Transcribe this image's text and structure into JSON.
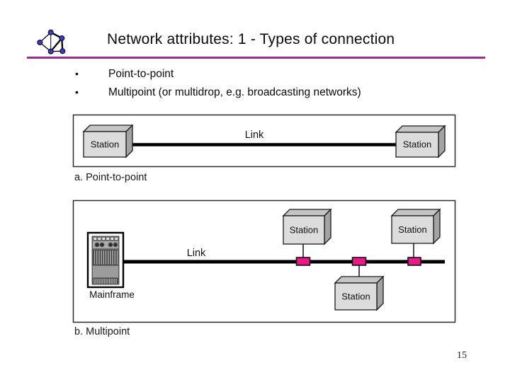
{
  "slide": {
    "title": "Network attributes: 1 - Types of connection",
    "page_number": "15"
  },
  "logo": {
    "name": "network-graph-logo"
  },
  "bullets": [
    {
      "marker": "•",
      "text": "Point-to-point"
    },
    {
      "marker": "•",
      "text": "Multipoint (or multidrop, e.g. broadcasting networks)"
    }
  ],
  "figure_a": {
    "caption": "a. Point-to-point",
    "link_label": "Link",
    "station_left_label": "Station",
    "station_right_label": "Station"
  },
  "figure_b": {
    "caption": "b. Multipoint",
    "link_label": "Link",
    "mainframe_label": "Mainframe",
    "station_top_left_label": "Station",
    "station_top_right_label": "Station",
    "station_bottom_label": "Station"
  },
  "colors": {
    "divider_rule": "#9C2D90",
    "tap_connector": "#EA1889",
    "logo_node": "#3F3BC7",
    "box_front": "#DCDCDC",
    "box_top": "#C5C5C5",
    "box_side": "#A3A3A3"
  }
}
